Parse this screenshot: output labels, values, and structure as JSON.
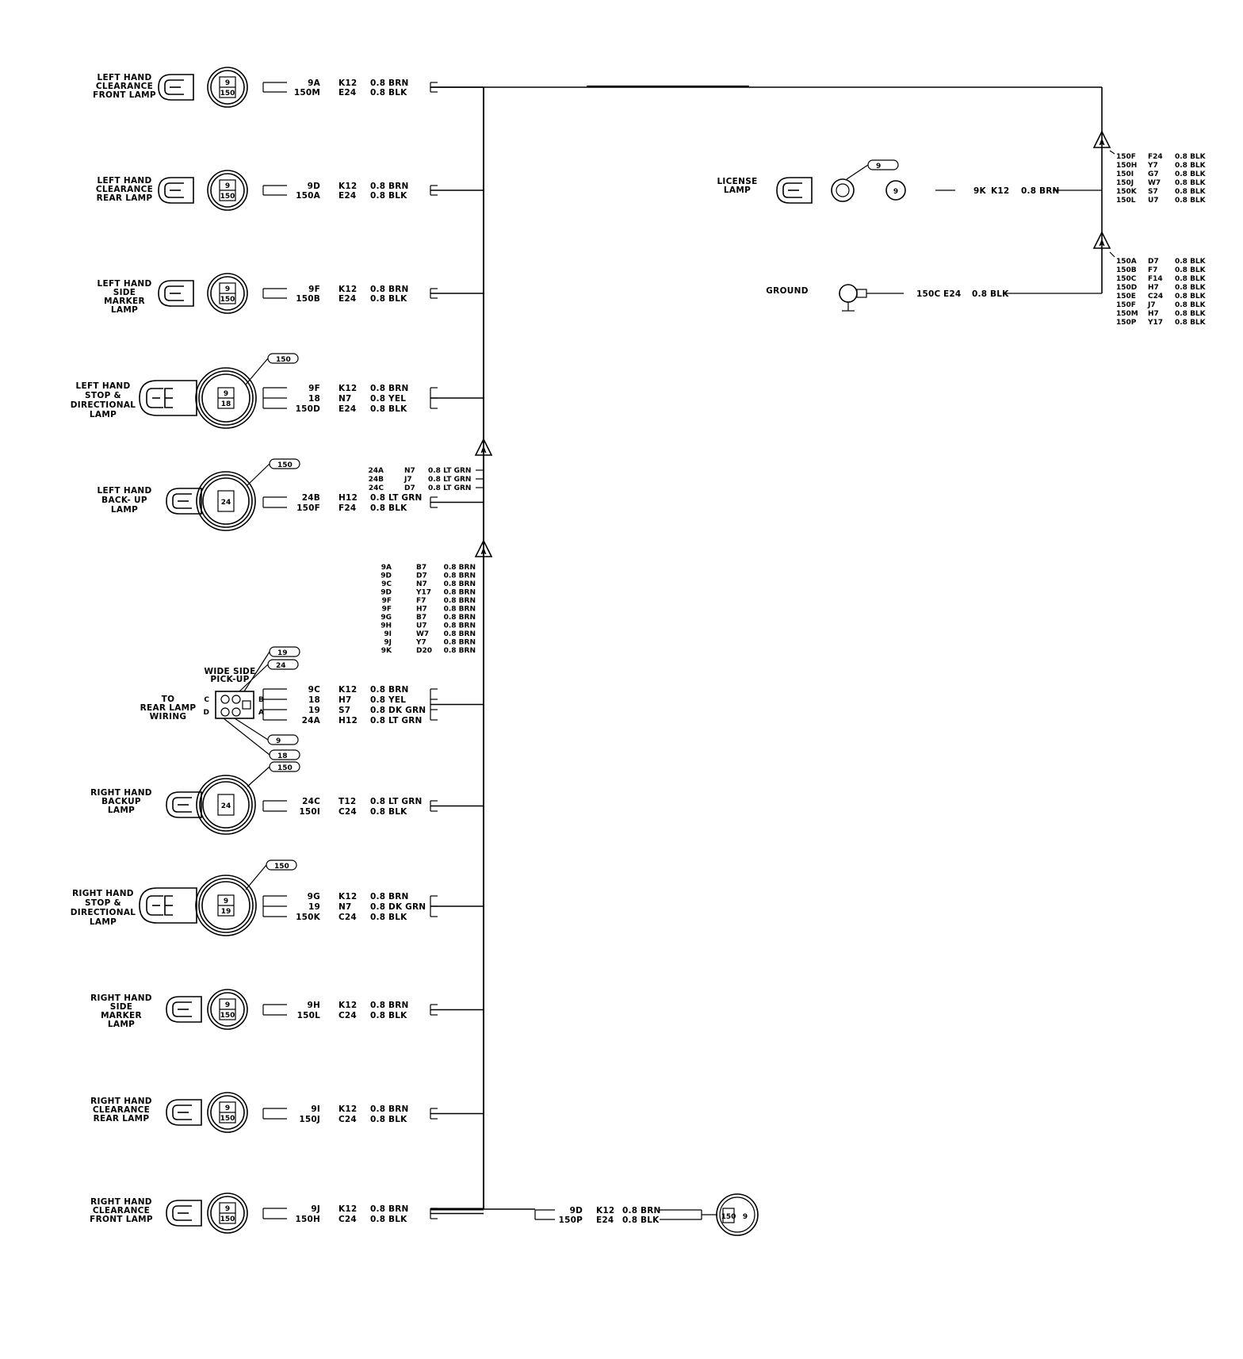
{
  "components": {
    "lh_clear_front": {
      "label": [
        "LEFT HAND",
        "CLEARANCE",
        "FRONT LAMP"
      ],
      "pins": [
        "9",
        "150"
      ],
      "wires": [
        {
          "circuit": "9A",
          "loc": "K12",
          "spec": "0.8 BRN"
        },
        {
          "circuit": "150M",
          "loc": "E24",
          "spec": "0.8 BLK"
        }
      ]
    },
    "lh_clear_rear": {
      "label": [
        "LEFT HAND",
        "CLEARANCE",
        "REAR LAMP"
      ],
      "pins": [
        "9",
        "150"
      ],
      "wires": [
        {
          "circuit": "9D",
          "loc": "K12",
          "spec": "0.8 BRN"
        },
        {
          "circuit": "150A",
          "loc": "E24",
          "spec": "0.8 BLK"
        }
      ]
    },
    "lh_side_marker": {
      "label": [
        "LEFT HAND",
        "SIDE",
        "MARKER",
        "LAMP"
      ],
      "pins": [
        "9",
        "150"
      ],
      "wires": [
        {
          "circuit": "9F",
          "loc": "K12",
          "spec": "0.8 BRN"
        },
        {
          "circuit": "150B",
          "loc": "E24",
          "spec": "0.8 BLK"
        }
      ]
    },
    "lh_stop_dir": {
      "label": [
        "LEFT HAND",
        "STOP &",
        "DIRECTIONAL",
        "LAMP"
      ],
      "pins": [
        "9",
        "18"
      ],
      "tag": "150",
      "wires": [
        {
          "circuit": "9F",
          "loc": "K12",
          "spec": "0.8 BRN"
        },
        {
          "circuit": "18",
          "loc": "N7",
          "spec": "0.8 YEL"
        },
        {
          "circuit": "150D",
          "loc": "E24",
          "spec": "0.8 BLK"
        }
      ]
    },
    "lh_backup": {
      "label": [
        "LEFT HAND",
        "BACK- UP",
        "LAMP"
      ],
      "pins": [
        "24"
      ],
      "tag": "150",
      "wires": [
        {
          "circuit": "24B",
          "loc": "H12",
          "spec": "0.8 LT GRN"
        },
        {
          "circuit": "150F",
          "loc": "F24",
          "spec": "0.8 BLK"
        }
      ]
    },
    "splice_upper": [
      {
        "circuit": "24A",
        "loc": "N7",
        "spec": "0.8 LT GRN"
      },
      {
        "circuit": "24B",
        "loc": "J7",
        "spec": "0.8 LT GRN"
      },
      {
        "circuit": "24C",
        "loc": "D7",
        "spec": "0.8 LT GRN"
      }
    ],
    "splice_lower": [
      {
        "circuit": "9A",
        "loc": "B7",
        "spec": "0.8 BRN"
      },
      {
        "circuit": "9D",
        "loc": "D7",
        "spec": "0.8 BRN"
      },
      {
        "circuit": "9C",
        "loc": "N7",
        "spec": "0.8 BRN"
      },
      {
        "circuit": "9D",
        "loc": "Y17",
        "spec": "0.8 BRN"
      },
      {
        "circuit": "9F",
        "loc": "F7",
        "spec": "0.8 BRN"
      },
      {
        "circuit": "9F",
        "loc": "H7",
        "spec": "0.8 BRN"
      },
      {
        "circuit": "9G",
        "loc": "B7",
        "spec": "0.8 BRN"
      },
      {
        "circuit": "9H",
        "loc": "U7",
        "spec": "0.8 BRN"
      },
      {
        "circuit": "9I",
        "loc": "W7",
        "spec": "0.8 BRN"
      },
      {
        "circuit": "9J",
        "loc": "Y7",
        "spec": "0.8 BRN"
      },
      {
        "circuit": "9K",
        "loc": "D20",
        "spec": "0.8 BRN"
      }
    ],
    "rear_wiring": {
      "label": [
        "TO",
        "REAR LAMP",
        "WIRING"
      ],
      "sub": [
        "WIDE SIDE",
        "PICK-UP"
      ],
      "tags": [
        "19",
        "24",
        "9",
        "18"
      ],
      "pins": [
        "C",
        "B",
        "D",
        "A"
      ],
      "wires": [
        {
          "circuit": "9C",
          "loc": "K12",
          "spec": "0.8 BRN"
        },
        {
          "circuit": "18",
          "loc": "H7",
          "spec": "0.8 YEL"
        },
        {
          "circuit": "19",
          "loc": "S7",
          "spec": "0.8 DK GRN"
        },
        {
          "circuit": "24A",
          "loc": "H12",
          "spec": "0.8 LT GRN"
        }
      ]
    },
    "rh_backup": {
      "label": [
        "RIGHT HAND",
        "BACKUP",
        "LAMP"
      ],
      "pins": [
        "24"
      ],
      "tag": "150",
      "wires": [
        {
          "circuit": "24C",
          "loc": "T12",
          "spec": "0.8 LT GRN"
        },
        {
          "circuit": "150I",
          "loc": "C24",
          "spec": "0.8 BLK"
        }
      ]
    },
    "rh_stop_dir": {
      "label": [
        "RIGHT HAND",
        "STOP &",
        "DIRECTIONAL",
        "LAMP"
      ],
      "pins": [
        "9",
        "19"
      ],
      "tag": "150",
      "wires": [
        {
          "circuit": "9G",
          "loc": "K12",
          "spec": "0.8 BRN"
        },
        {
          "circuit": "19",
          "loc": "N7",
          "spec": "0.8 DK GRN"
        },
        {
          "circuit": "150K",
          "loc": "C24",
          "spec": "0.8 BLK"
        }
      ]
    },
    "rh_side_marker": {
      "label": [
        "RIGHT HAND",
        "SIDE",
        "MARKER",
        "LAMP"
      ],
      "pins": [
        "9",
        "150"
      ],
      "wires": [
        {
          "circuit": "9H",
          "loc": "K12",
          "spec": "0.8 BRN"
        },
        {
          "circuit": "150L",
          "loc": "C24",
          "spec": "0.8 BLK"
        }
      ]
    },
    "rh_clear_rear": {
      "label": [
        "RIGHT HAND",
        "CLEARANCE",
        "REAR LAMP"
      ],
      "pins": [
        "9",
        "150"
      ],
      "wires": [
        {
          "circuit": "9I",
          "loc": "K12",
          "spec": "0.8 BRN"
        },
        {
          "circuit": "150J",
          "loc": "C24",
          "spec": "0.8 BLK"
        }
      ]
    },
    "rh_clear_front": {
      "label": [
        "RIGHT HAND",
        "CLEARANCE",
        "FRONT LAMP"
      ],
      "pins": [
        "9",
        "150"
      ],
      "wires": [
        {
          "circuit": "9J",
          "loc": "K12",
          "spec": "0.8 BRN"
        },
        {
          "circuit": "150H",
          "loc": "C24",
          "spec": "0.8 BLK"
        }
      ]
    },
    "bottom_conn": {
      "pins": [
        "150",
        "9"
      ],
      "wires": [
        {
          "circuit": "9D",
          "loc": "K12",
          "spec": "0.8 BRN"
        },
        {
          "circuit": "150P",
          "loc": "E24",
          "spec": "0.8 BLK"
        }
      ]
    },
    "license": {
      "label": [
        "LICENSE",
        "LAMP"
      ],
      "tags": [
        "9"
      ],
      "pins": [
        "9"
      ],
      "wire": {
        "circuit": "9K",
        "loc": "K12",
        "spec": "0.8 BRN"
      }
    },
    "ground": {
      "label": "GROUND",
      "wire": {
        "circuit": "150C",
        "loc": "E24",
        "spec": "0.8 BLK"
      }
    },
    "splice_right_upper": [
      {
        "circuit": "150F",
        "loc": "F24",
        "spec": "0.8 BLK"
      },
      {
        "circuit": "150H",
        "loc": "Y7",
        "spec": "0.8 BLK"
      },
      {
        "circuit": "150I",
        "loc": "G7",
        "spec": "0.8 BLK"
      },
      {
        "circuit": "150J",
        "loc": "W7",
        "spec": "0.8 BLK"
      },
      {
        "circuit": "150K",
        "loc": "S7",
        "spec": "0.8 BLK"
      },
      {
        "circuit": "150L",
        "loc": "U7",
        "spec": "0.8 BLK"
      }
    ],
    "splice_right_lower": [
      {
        "circuit": "150A",
        "loc": "D7",
        "spec": "0.8 BLK"
      },
      {
        "circuit": "150B",
        "loc": "F7",
        "spec": "0.8 BLK"
      },
      {
        "circuit": "150C",
        "loc": "F14",
        "spec": "0.8 BLK"
      },
      {
        "circuit": "150D",
        "loc": "H7",
        "spec": "0.8 BLK"
      },
      {
        "circuit": "150E",
        "loc": "C24",
        "spec": "0.8 BLK"
      },
      {
        "circuit": "150F",
        "loc": "J7",
        "spec": "0.8 BLK"
      },
      {
        "circuit": "150M",
        "loc": "H7",
        "spec": "0.8 BLK"
      },
      {
        "circuit": "150P",
        "loc": "Y17",
        "spec": "0.8 BLK"
      }
    ],
    "splice_marker": "A"
  }
}
